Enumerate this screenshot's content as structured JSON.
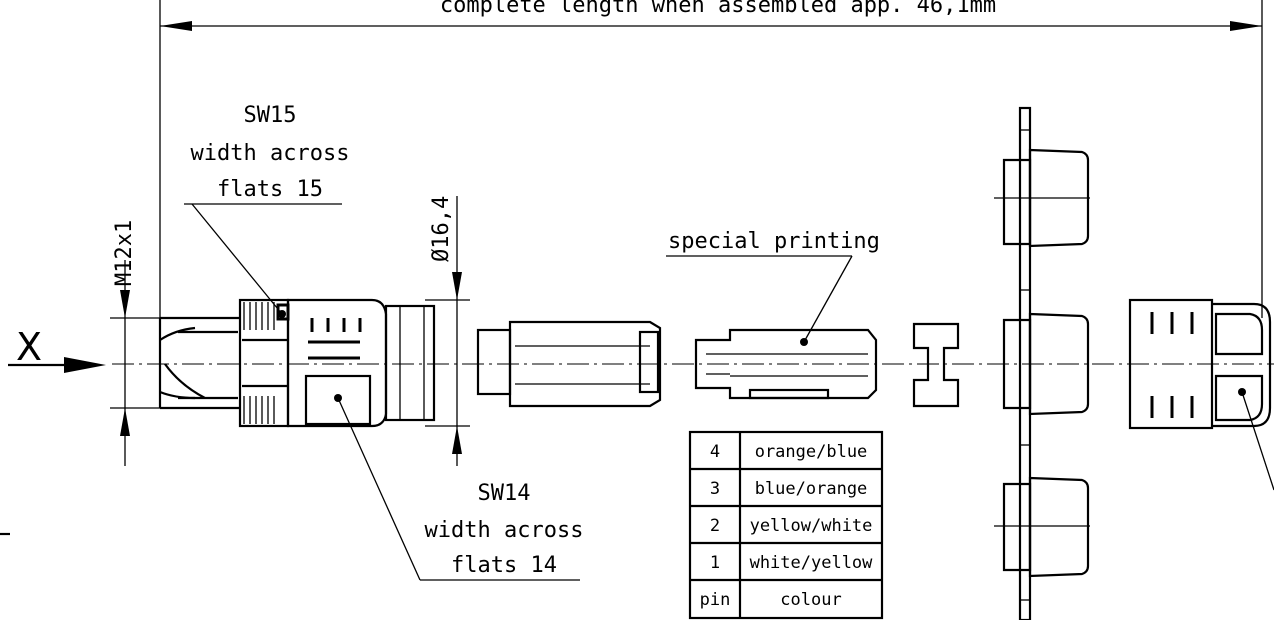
{
  "dimensions": {
    "overall_length": "complete length when assembled app. 46,1mm",
    "diameter": "Ø16,4",
    "thread": "M12x1"
  },
  "callouts": {
    "sw15": {
      "line1": "SW15",
      "line2": "width across",
      "line3": "flats 15"
    },
    "sw14": {
      "line1": "SW14",
      "line2": "width across",
      "line3": "flats 14"
    },
    "special_printing": "special printing",
    "view_marker": "X"
  },
  "pin_table": {
    "header": {
      "pin": "pin",
      "colour": "colour"
    },
    "rows": [
      {
        "pin": "4",
        "colour": "orange/blue"
      },
      {
        "pin": "3",
        "colour": "blue/orange"
      },
      {
        "pin": "2",
        "colour": "yellow/white"
      },
      {
        "pin": "1",
        "colour": "white/yellow"
      }
    ]
  }
}
